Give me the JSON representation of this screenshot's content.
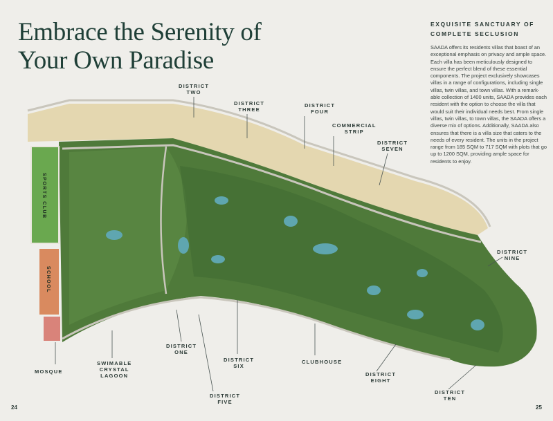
{
  "title": "Embrace the Serenity of Your Own Paradise",
  "title_lines": [
    "Embrace the Serenity of",
    "Your Own Paradise"
  ],
  "section": {
    "heading": "EXQUISITE SANCTUARY OF COMPLETE SECLUSION",
    "body": "SAADA offers its residents villas that boast of an exceptional emphasis on privacy and ample space. Each villa has been meticulously designed to ensure the perfect blend of these essential components. The project exclusively showcases villas in a range of configurations, including single villas, twin villas, and town villas. With a remark-able collection of 1400 units, SAADA provides each resident with the option to choose the villa that would suit their individual needs best. From single villas, twin villas, to town villas, the SAADA offers a diverse mix of options. Additionally, SAADA also ensures that there is a villa size that caters to the needs of every resident. The units in the project range from 185 SQM to 717 SQM with plots that go up to 1200 SQM, providing ample space for residents to enjoy."
  },
  "map": {
    "labels": {
      "district_two": "DISTRICT\nTWO",
      "district_three": "DISTRICT\nTHREE",
      "district_four": "DISTRICT\nFOUR",
      "commercial_strip": "COMMERCIAL\nSTRIP",
      "district_seven": "DISTRICT\nSEVEN",
      "district_nine": "DISTRICT\nNINE",
      "district_eight": "DISTRICT\nEIGHT",
      "district_ten": "DISTRICT\nTEN",
      "clubhouse": "CLUBHOUSE",
      "district_six": "DISTRICT\nSIX",
      "district_five": "DISTRICT\nFIVE",
      "district_one": "DISTRICT\nONE",
      "lagoon": "SWIMABLE\nCRYSTAL\nLAGOON",
      "mosque": "MOSQUE",
      "sports_club": "SPORTS CLUB",
      "school": "SCHOOL"
    },
    "colors": {
      "green": "#4f7a3a",
      "dark_green": "#355e2c",
      "beige": "#e4d7b0",
      "school": "#d98a5f",
      "mosque": "#d9837a",
      "water": "#5fa6b0"
    }
  },
  "pages": {
    "left": "24",
    "right": "25"
  }
}
